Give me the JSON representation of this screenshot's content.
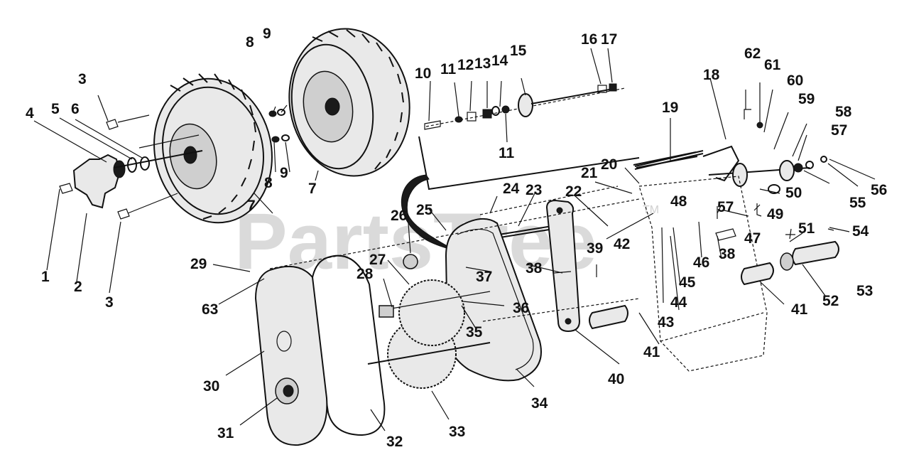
{
  "watermark": {
    "text": "PartsTree",
    "tm": "TM"
  },
  "labels": [
    "1",
    "2",
    "3",
    "3",
    "4",
    "5",
    "6",
    "7",
    "7",
    "8",
    "8",
    "9",
    "9",
    "10",
    "11",
    "11",
    "12",
    "13",
    "14",
    "15",
    "16",
    "17",
    "18",
    "19",
    "20",
    "21",
    "22",
    "23",
    "24",
    "25",
    "26",
    "27",
    "28",
    "29",
    "30",
    "31",
    "32",
    "33",
    "34",
    "35",
    "36",
    "37",
    "38",
    "38",
    "39",
    "40",
    "41",
    "41",
    "42",
    "43",
    "44",
    "45",
    "46",
    "47",
    "48",
    "49",
    "50",
    "51",
    "52",
    "53",
    "54",
    "55",
    "56",
    "57",
    "57",
    "58",
    "59",
    "60",
    "61",
    "62",
    "63"
  ]
}
